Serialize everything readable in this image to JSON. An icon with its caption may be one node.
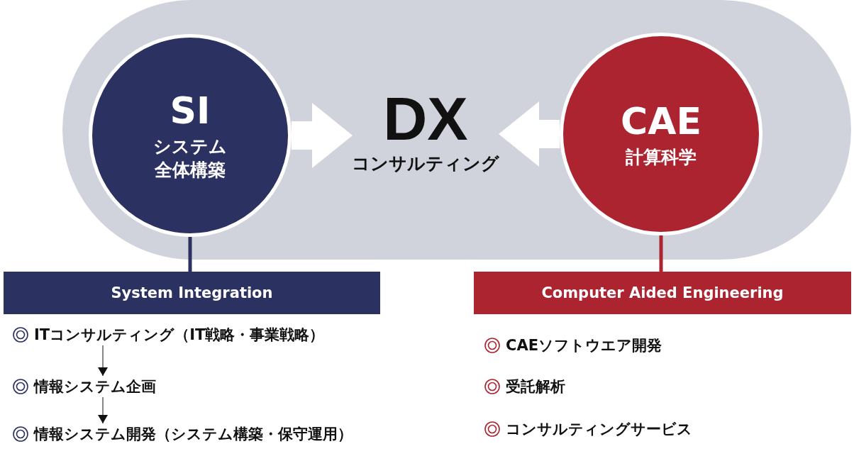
{
  "diagram": {
    "nodes": [
      {
        "text": [],
        "shape": "band"
      },
      {
        "text": [
          "SI",
          "システム全体構築"
        ],
        "in": 0
      },
      {
        "text": [
          "DX",
          "コンサルティング"
        ],
        "in": 0
      },
      {
        "text": [
          "CAE",
          "計算科学"
        ],
        "in": 0
      },
      {
        "text": [
          "System Integration"
        ]
      },
      {
        "text": [
          "Computer Aided Engineering"
        ]
      },
      {
        "text": [
          "ITコンサルティング（IT戦略・事業戦略）"
        ]
      },
      {
        "text": [
          "情報システム企画"
        ]
      },
      {
        "text": [
          "情報システム開発（システム構築・保守運用）"
        ]
      }
    ],
    "edges": [
      {
        "from": 1,
        "to": 2,
        "arrow": "to",
        "style": "thick",
        "color": "#ffffff"
      },
      {
        "from": 3,
        "to": 2,
        "arrow": "to",
        "style": "thick",
        "color": "#ffffff"
      },
      {
        "from": 1,
        "to": 4,
        "arrow": "none",
        "color": "#2b3160"
      },
      {
        "from": 3,
        "to": 5,
        "arrow": "none",
        "color": "#ab2430"
      },
      {
        "from": 6,
        "to": 7,
        "arrow": "to",
        "color": "#111111"
      },
      {
        "from": 7,
        "to": 8,
        "arrow": "to",
        "color": "#111111"
      }
    ],
    "labels": [
      "CAEソフトウエア開発",
      "受託解析",
      "コンサルティングサービス"
    ]
  }
}
